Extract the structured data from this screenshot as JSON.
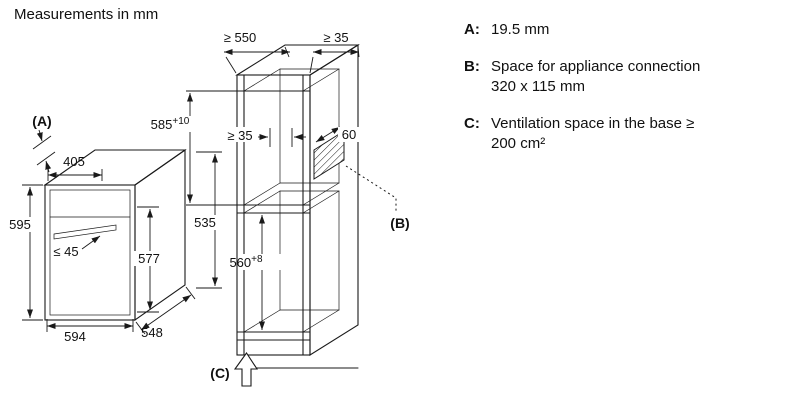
{
  "title": "Measurements in mm",
  "legend": {
    "items": [
      {
        "label": "A:",
        "line1": "19.5 mm",
        "line2": ""
      },
      {
        "label": "B:",
        "line1": "Space for appliance connection",
        "line2": "320 x 115 mm"
      },
      {
        "label": "C:",
        "line1": "Ventilation space in the base ≥",
        "line2": "200 cm²"
      }
    ]
  },
  "oven": {
    "label_a": "(A)",
    "dim_top_width": "405",
    "dim_height": "595",
    "dim_handle": "≤ 45",
    "dim_inner_height": "577",
    "dim_rear_height": "535",
    "dim_width": "594",
    "dim_depth": "548"
  },
  "cabinet": {
    "dim_depth": "≥ 550",
    "dim_top_clearance": "≥ 35",
    "dim_upper_niche_base": "585",
    "dim_upper_niche_sup": "+10",
    "dim_rear_clearance": "≥ 35",
    "dim_cutout_offset": "60",
    "label_b": "(B)",
    "dim_lower_niche_base": "560",
    "dim_lower_niche_sup": "+8",
    "label_c": "(C)"
  }
}
